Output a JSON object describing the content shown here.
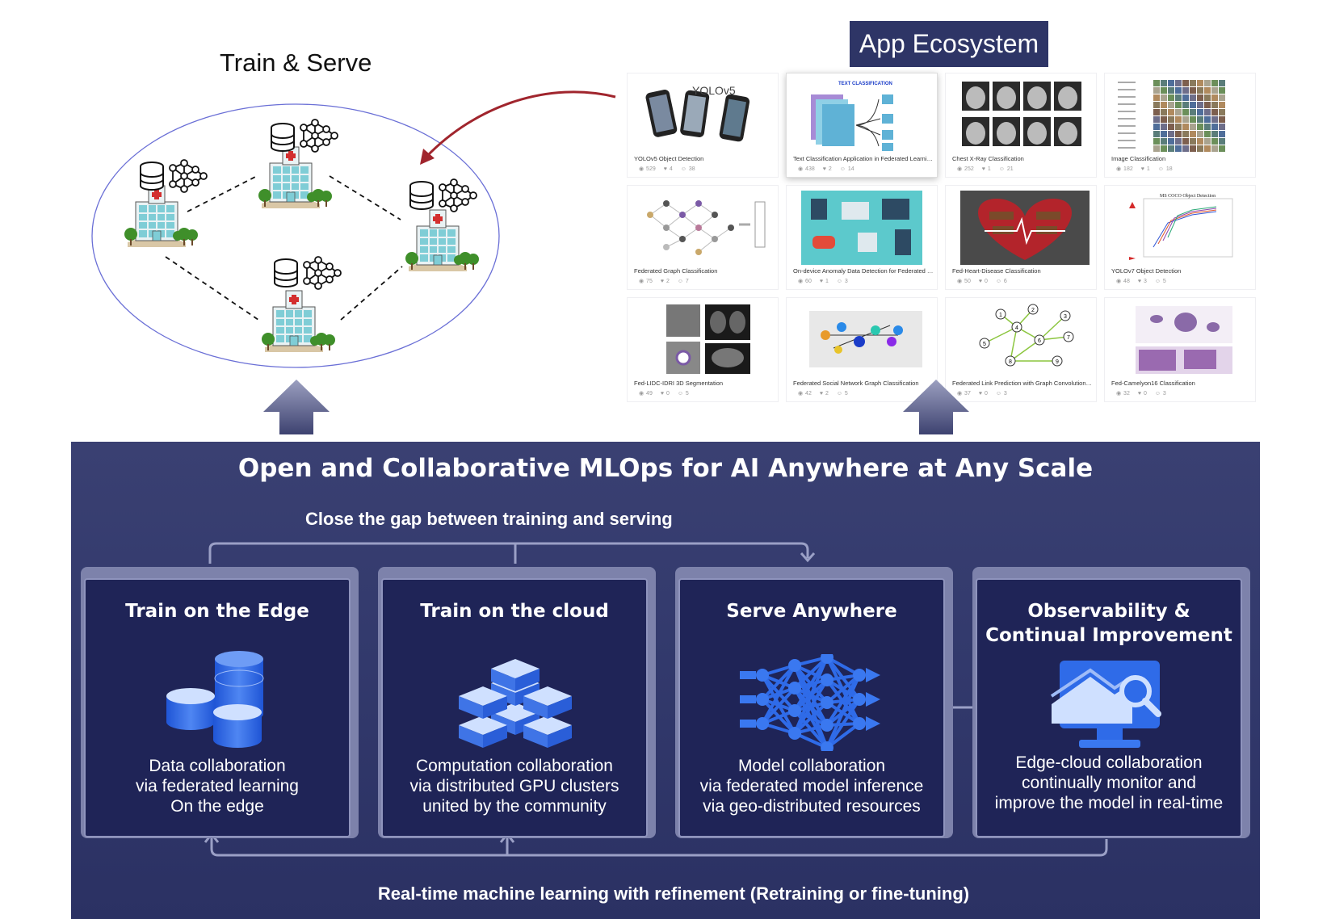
{
  "train_serve": {
    "title": "Train & Serve",
    "icons": [
      "database-icon",
      "neural-network-icon",
      "hospital-icon",
      "tree-icon"
    ]
  },
  "app_ecosystem": {
    "title": "App Ecosystem",
    "apps": [
      {
        "caption": "YOLOv5 Object Detection",
        "views": "529",
        "likes": "4",
        "users": "38",
        "thumb_text": "YOLOv5"
      },
      {
        "caption": "Text Classification Application in Federated Learning...",
        "views": "438",
        "likes": "2",
        "users": "14",
        "thumb_text": "TEXT CLASSIFICATION"
      },
      {
        "caption": "Chest X-Ray Classification",
        "views": "252",
        "likes": "1",
        "users": "21",
        "thumb_text": ""
      },
      {
        "caption": "Image Classification",
        "views": "182",
        "likes": "1",
        "users": "18",
        "thumb_text": ""
      },
      {
        "caption": "Federated Graph Classification",
        "views": "75",
        "likes": "2",
        "users": "7",
        "thumb_text": ""
      },
      {
        "caption": "On-device Anomaly Data Detection for Federated Io...",
        "views": "60",
        "likes": "1",
        "users": "3",
        "thumb_text": ""
      },
      {
        "caption": "Fed-Heart-Disease Classification",
        "views": "50",
        "likes": "0",
        "users": "6",
        "thumb_text": ""
      },
      {
        "caption": "YOLOv7 Object Detection",
        "views": "48",
        "likes": "3",
        "users": "5",
        "thumb_text": "MS COCO Object Detection"
      },
      {
        "caption": "Fed-LIDC-IDRI 3D Segmentation",
        "views": "49",
        "likes": "0",
        "users": "5",
        "thumb_text": ""
      },
      {
        "caption": "Federated Social Network Graph Classification",
        "views": "42",
        "likes": "2",
        "users": "5",
        "thumb_text": ""
      },
      {
        "caption": "Federated Link Prediction with Graph Convolutional ...",
        "views": "37",
        "likes": "0",
        "users": "3",
        "thumb_text": ""
      },
      {
        "caption": "Fed-Camelyon16 Classification",
        "views": "32",
        "likes": "0",
        "users": "3",
        "thumb_text": ""
      }
    ]
  },
  "mlops": {
    "title": "Open and Collaborative MLOps for AI Anywhere at Any Scale",
    "top_loop_label": "Close the gap between training  and serving",
    "bottom_loop_label": "Real-time machine learning with refinement (Retraining or fine-tuning)",
    "cards": [
      {
        "title": "Train on the Edge",
        "desc": [
          "Data collaboration",
          "via federated learning",
          "On the edge"
        ],
        "icon": "database-stack-icon"
      },
      {
        "title": "Train on the cloud",
        "desc": [
          "Computation collaboration",
          "via distributed GPU clusters",
          "united by the community"
        ],
        "icon": "server-cubes-icon"
      },
      {
        "title": "Serve Anywhere",
        "desc": [
          "Model collaboration",
          "via federated model inference",
          "via geo-distributed resources"
        ],
        "icon": "neural-network-icon"
      },
      {
        "title": "Observability &",
        "title2": "Continual Improvement",
        "desc": [
          "Edge-cloud collaboration",
          "continually monitor and",
          "improve the model in real-time"
        ],
        "icon": "monitor-chart-icon"
      }
    ]
  },
  "colors": {
    "panel": "#343a6d",
    "card": "#1f2457",
    "accent_blue": "#2f6be8",
    "arrow_red": "#a0252d",
    "ecosystem_badge": "#2e3566"
  }
}
